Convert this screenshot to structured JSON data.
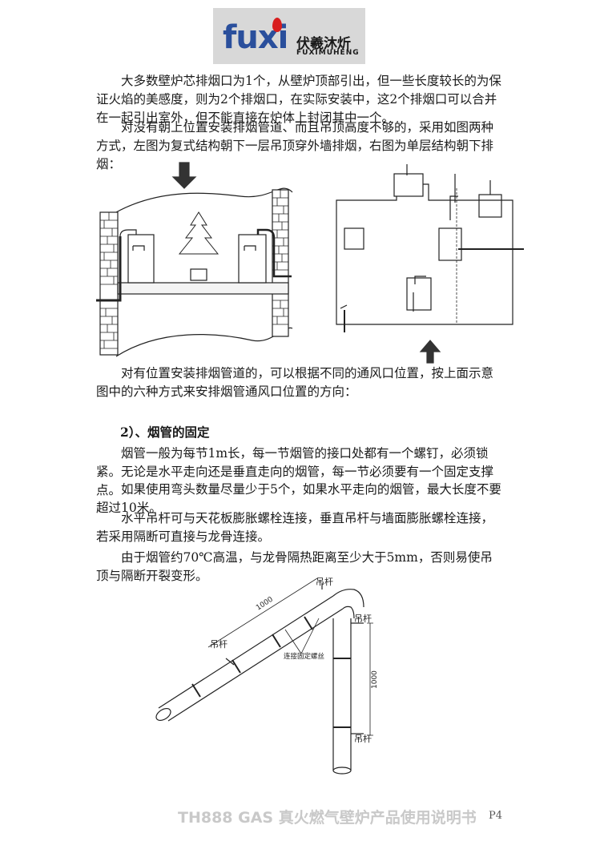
{
  "logo": {
    "brand": "fuxi",
    "cn": "伏羲沐炘",
    "en": "FUXIMUHENG"
  },
  "paragraphs": {
    "p1": "大多数壁炉芯排烟口为1个，从壁炉顶部引出，但一些长度较长的为保证火焰的美感度，则为2个排烟口，在实际安装中，这2个排烟口可以合并在一起引出室外，但不能直接在炉体上封闭其中一个。",
    "p2": "对没有朝上位置安装排烟管道、而且吊顶高度不够的，采用如图两种方式，左图为复式结构朝下一层吊顶穿外墙排烟，右图为单层结构朝下排烟：",
    "p3": "对有位置安装排烟管道的，可以根据不同的通风口位置，按上面示意图中的六种方式来安排烟管通风口位置的方向：",
    "section": "2）、烟管的固定",
    "p4": "烟管一般为每节1m长，每一节烟管的接口处都有一个螺钉，必须锁紧。无论是水平走向还是垂直走向的烟管，每一节必须要有一个固定支撑点。",
    "p5": "如果使用弯头数量尽量少于5个，如果水平走向的烟管，最大长度不要超过10米。",
    "p6": "水平吊杆可与天花板膨胀螺栓连接，垂直吊杆与墙面膨胀螺栓连接，若采用隔断可直接与龙骨连接。",
    "p7": "由于烟管约70℃高温，与龙骨隔热距离至少大于5mm，否则易使吊顶与隔断开裂变形。"
  },
  "pipe_diagram": {
    "label_hanger_top": "吊杆",
    "label_hanger_right": "吊杆",
    "label_hanger_left": "吊杆",
    "label_hanger_bottom": "吊杆",
    "label_screw": "连接固定螺丝",
    "dim_horizontal": "1000",
    "dim_vertical": "1000"
  },
  "footer": {
    "title": "TH888 GAS 真火燃气壁炉产品使用说明书",
    "page": "P4"
  }
}
